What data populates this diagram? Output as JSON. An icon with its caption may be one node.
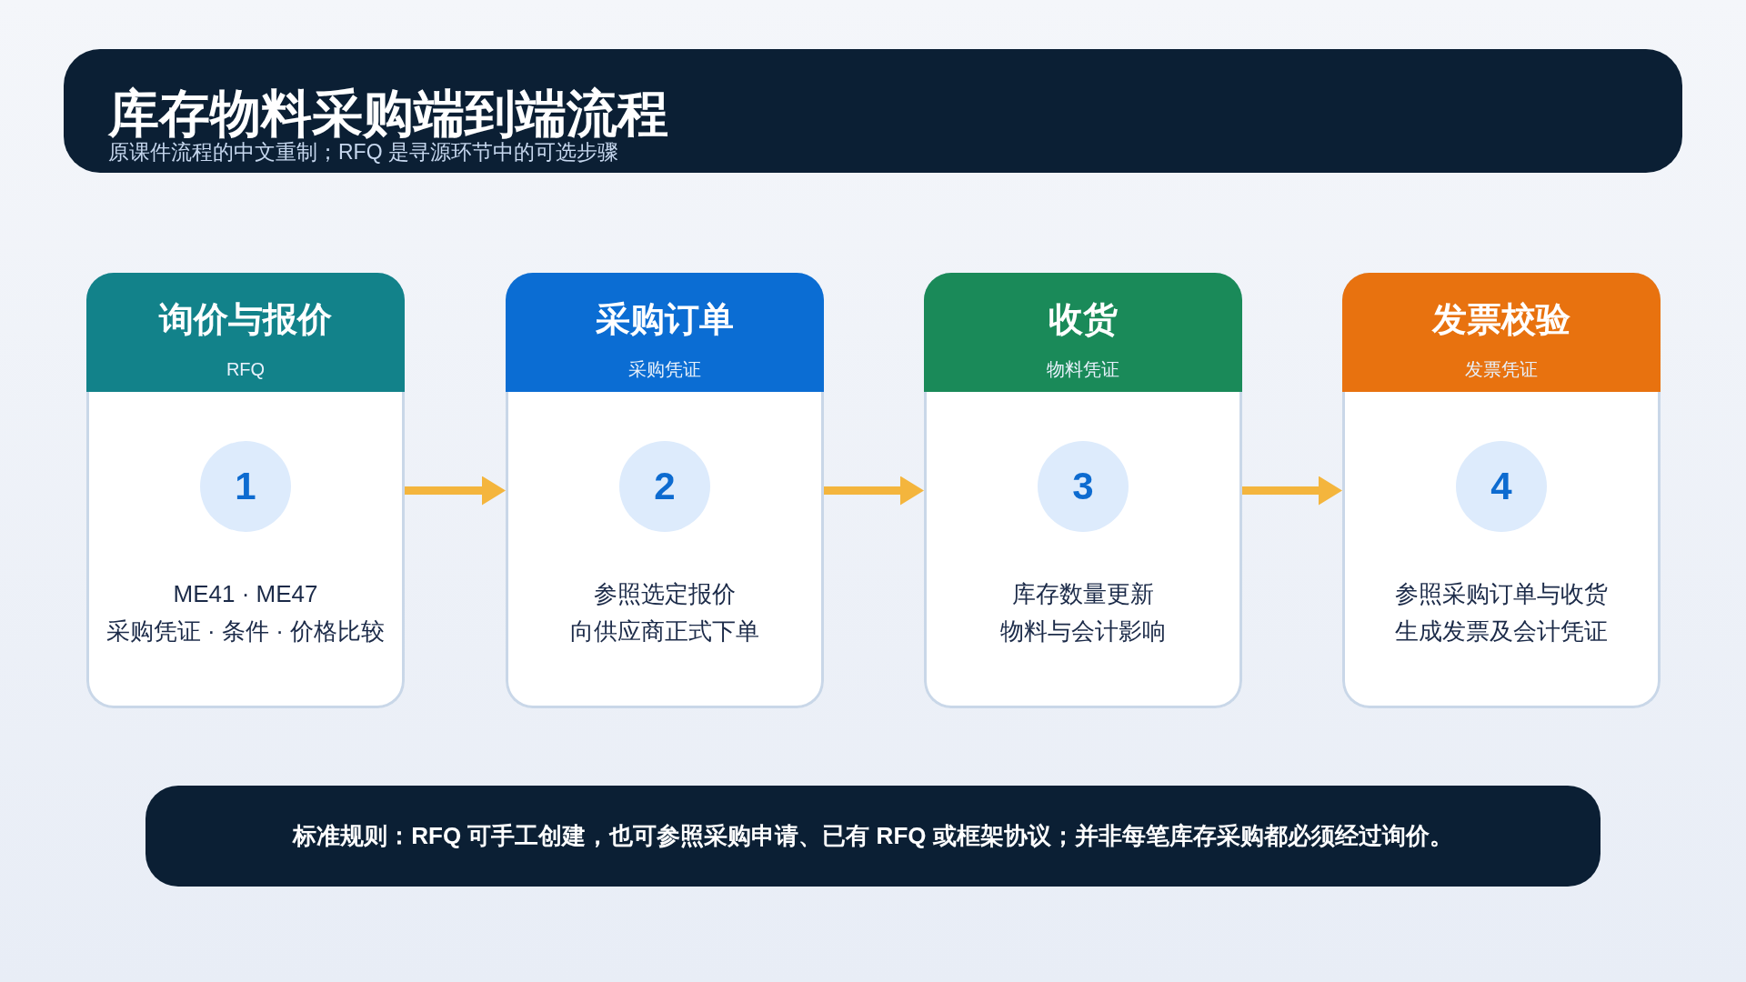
{
  "diagram": {
    "title": "库存物料采购端到端流程",
    "nodes": [
      {
        "text": [
          "询价与报价",
          "RFQ",
          "ME41 · ME47",
          "采购凭证 · 条件 · 价格比较"
        ]
      },
      {
        "text": [
          "1"
        ],
        "in": 0
      },
      {
        "text": [
          "采购订单",
          "采购凭证",
          "参照选定报价",
          "向供应商正式下单"
        ]
      },
      {
        "text": [
          "2"
        ],
        "in": 2
      },
      {
        "text": [
          "收货",
          "物料凭证",
          "库存数量更新",
          "物料与会计影响"
        ]
      },
      {
        "text": [
          "3"
        ],
        "in": 4
      },
      {
        "text": [
          "发票校验",
          "发票凭证",
          "参照采购订单与收货",
          "生成发票及会计凭证"
        ]
      },
      {
        "text": [
          "4"
        ],
        "in": 6
      },
      {
        "text": [
          "标准规则：RFQ 可手工创建，也可参照采购申请、已有 RFQ 或框架协议；并非每笔库存采购都必须经过询价。"
        ]
      }
    ],
    "edges": [
      {
        "from": 0,
        "to": 2,
        "arrow": "to"
      },
      {
        "from": 2,
        "to": 4,
        "arrow": "to"
      },
      {
        "from": 4,
        "to": 6,
        "arrow": "to"
      }
    ],
    "labels": [
      "原课件流程的中文重制；RFQ 是寻源环节中的可选步骤"
    ]
  }
}
